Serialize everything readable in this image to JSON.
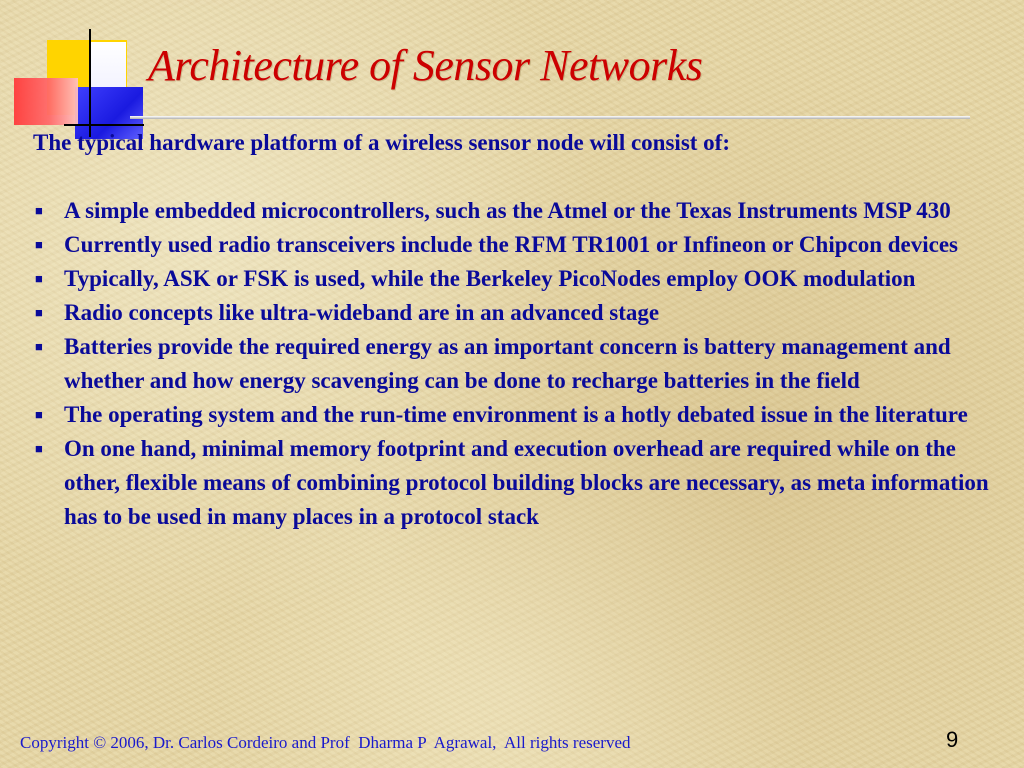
{
  "slide": {
    "title": "Architecture of Sensor Networks",
    "intro": "The typical hardware platform of a wireless sensor node will consist of:",
    "bullets": [
      "A simple embedded microcontrollers, such as the Atmel or the Texas Instruments MSP 430",
      "Currently used radio transceivers include the RFM TR1001 or Infineon or Chipcon devices",
      "Typically, ASK or FSK is used, while the Berkeley PicoNodes employ OOK modulation",
      " Radio concepts like ultra-wideband are in an advanced stage",
      "Batteries provide the required energy as an important concern is battery management and whether and how energy scavenging can be done to recharge batteries in the field",
      "The operating system and the run-time environment is a hotly debated issue in the literature",
      "On one hand, minimal memory footprint and execution overhead are required while on the other, flexible means of combining protocol building blocks are necessary, as meta information has to be used in many places in a protocol stack"
    ],
    "bullet_symbol": "■"
  },
  "footer": {
    "copyright": "Copyright © 2006, Dr. Carlos Cordeiro and Prof  Dharma P  Agrawal,  All rights reserved",
    "page_number": "9"
  },
  "colors": {
    "title": "#cc0000",
    "body_text": "#0a0a99",
    "background": "#e6d6a4",
    "deco_yellow": "#ffd400",
    "deco_blue": "#2020f0",
    "deco_red": "#ff3b3b"
  }
}
